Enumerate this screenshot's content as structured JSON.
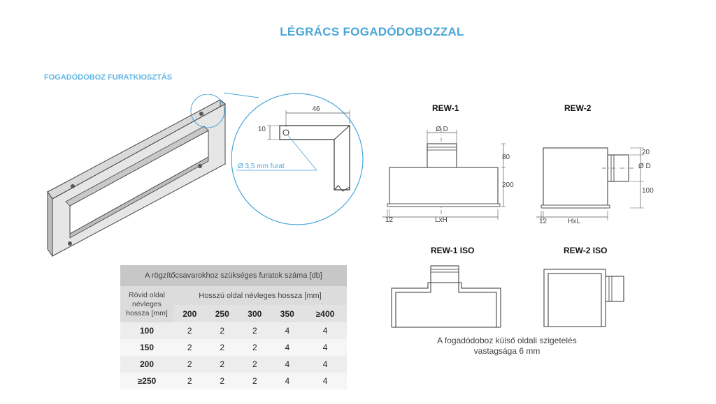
{
  "page": {
    "title": "LÉGRÁCS FOGADÓDOBOZZAL",
    "section_title": "FOGADÓDOBOZ FURATKIOSZTÁS"
  },
  "detail": {
    "dim_46": "46",
    "dim_10": "10",
    "hole_label": "Ø 3,5 mm furat"
  },
  "rew1": {
    "title": "REW-1",
    "dia": "Ø D",
    "dim_80": "80",
    "dim_200": "200",
    "dim_12": "12",
    "dim_lxh": "LxH"
  },
  "rew2": {
    "title": "REW-2",
    "dim_20": "20",
    "dia": "Ø D",
    "dim_100": "100",
    "dim_12": "12",
    "dim_hxl": "HxL"
  },
  "iso": {
    "rew1_title": "REW-1 ISO",
    "rew2_title": "REW-2 ISO",
    "caption_line1": "A fogadódoboz külső oldali szigetelés",
    "caption_line2": "vastagsága 6 mm"
  },
  "table": {
    "title": "A rögzítőcsavarokhoz szükséges furatok száma [db]",
    "row_header_lines": [
      "Rövid oldal",
      "névleges",
      "hossza [mm]"
    ],
    "col_group_header": "Hosszú oldal névleges hossza [mm]",
    "columns": [
      "200",
      "250",
      "300",
      "350",
      "≥400"
    ],
    "rows": [
      {
        "label": "100",
        "values": [
          "2",
          "2",
          "2",
          "4",
          "4"
        ]
      },
      {
        "label": "150",
        "values": [
          "2",
          "2",
          "2",
          "4",
          "4"
        ]
      },
      {
        "label": "200",
        "values": [
          "2",
          "2",
          "2",
          "4",
          "4"
        ]
      },
      {
        "label": "≥250",
        "values": [
          "2",
          "2",
          "2",
          "4",
          "4"
        ]
      }
    ]
  }
}
